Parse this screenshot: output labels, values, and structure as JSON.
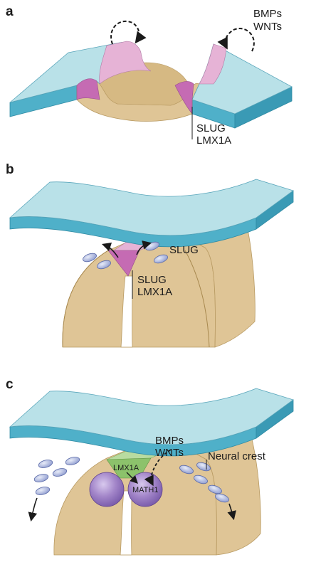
{
  "panels": [
    {
      "letter": "a",
      "labels": {
        "signal_line1": "BMPs",
        "signal_line2": "WNTs",
        "marker_line1": "SLUG",
        "marker_line2": "LMX1A"
      }
    },
    {
      "letter": "b",
      "labels": {
        "slug": "SLUG",
        "marker_line1": "SLUG",
        "marker_line2": "LMX1A"
      }
    },
    {
      "letter": "c",
      "labels": {
        "signal_line1": "BMPs",
        "signal_line2": "WNTs",
        "lmx1a": "LMX1A",
        "math1": "MATH1",
        "neural_crest": "Neural crest"
      }
    }
  ],
  "colors": {
    "ectoderm_top": "#b9e1e8",
    "ectoderm_side": "#4fb0c9",
    "tube": "#dfc596",
    "tube_dark": "#c9ab72",
    "border_pink": "#e6b3d6",
    "border_magenta": "#c56bb3",
    "roofplate_green": "#b8dba0",
    "roofplate_green_dark": "#8cc26b",
    "cell_purple": "#9e7fc4",
    "crest_cell": "#a9b3dd"
  }
}
